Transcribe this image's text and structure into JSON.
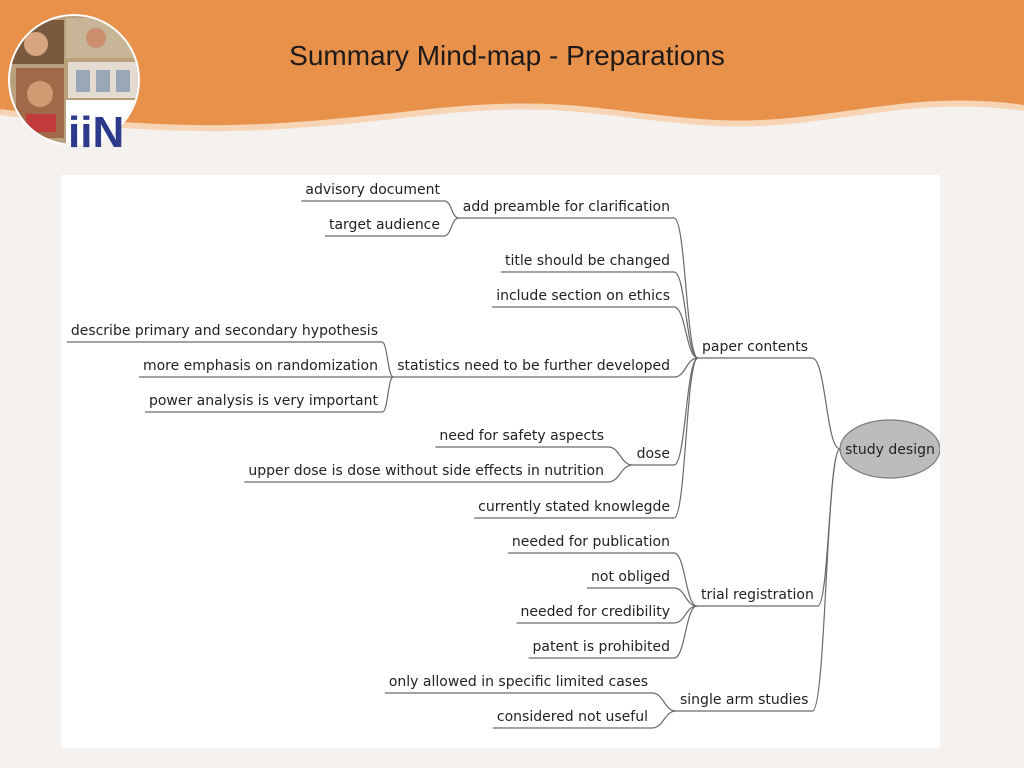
{
  "slide": {
    "title": "Summary Mind-map - Preparations",
    "logo_text": "iiN",
    "accent_color": "#e8914a",
    "logo_color": "#2d3a8c"
  },
  "mindmap": {
    "root": "study design",
    "branches": [
      {
        "label": "paper contents",
        "children": [
          {
            "label": "add preamble for clarification",
            "children": [
              "advisory document",
              "target audience"
            ]
          },
          {
            "label": "title should be changed",
            "children": []
          },
          {
            "label": "include section on ethics",
            "children": []
          },
          {
            "label": "statistics need to be further developed",
            "children": [
              "describe primary and secondary hypothesis",
              "more emphasis on randomization",
              "power analysis is very important"
            ]
          },
          {
            "label": "dose",
            "children": [
              "need for safety aspects",
              "upper dose is dose without side effects in nutrition"
            ]
          },
          {
            "label": "currently stated knowlegde",
            "children": []
          }
        ]
      },
      {
        "label": "trial registration",
        "children": [
          {
            "label": "needed for publication",
            "children": []
          },
          {
            "label": "not obliged",
            "children": []
          },
          {
            "label": "needed for credibility",
            "children": []
          },
          {
            "label": "patent is prohibited",
            "children": []
          }
        ]
      },
      {
        "label": "single arm studies",
        "children": [
          {
            "label": "only allowed in specific limited cases",
            "children": []
          },
          {
            "label": "considered not useful",
            "children": []
          }
        ]
      }
    ]
  }
}
